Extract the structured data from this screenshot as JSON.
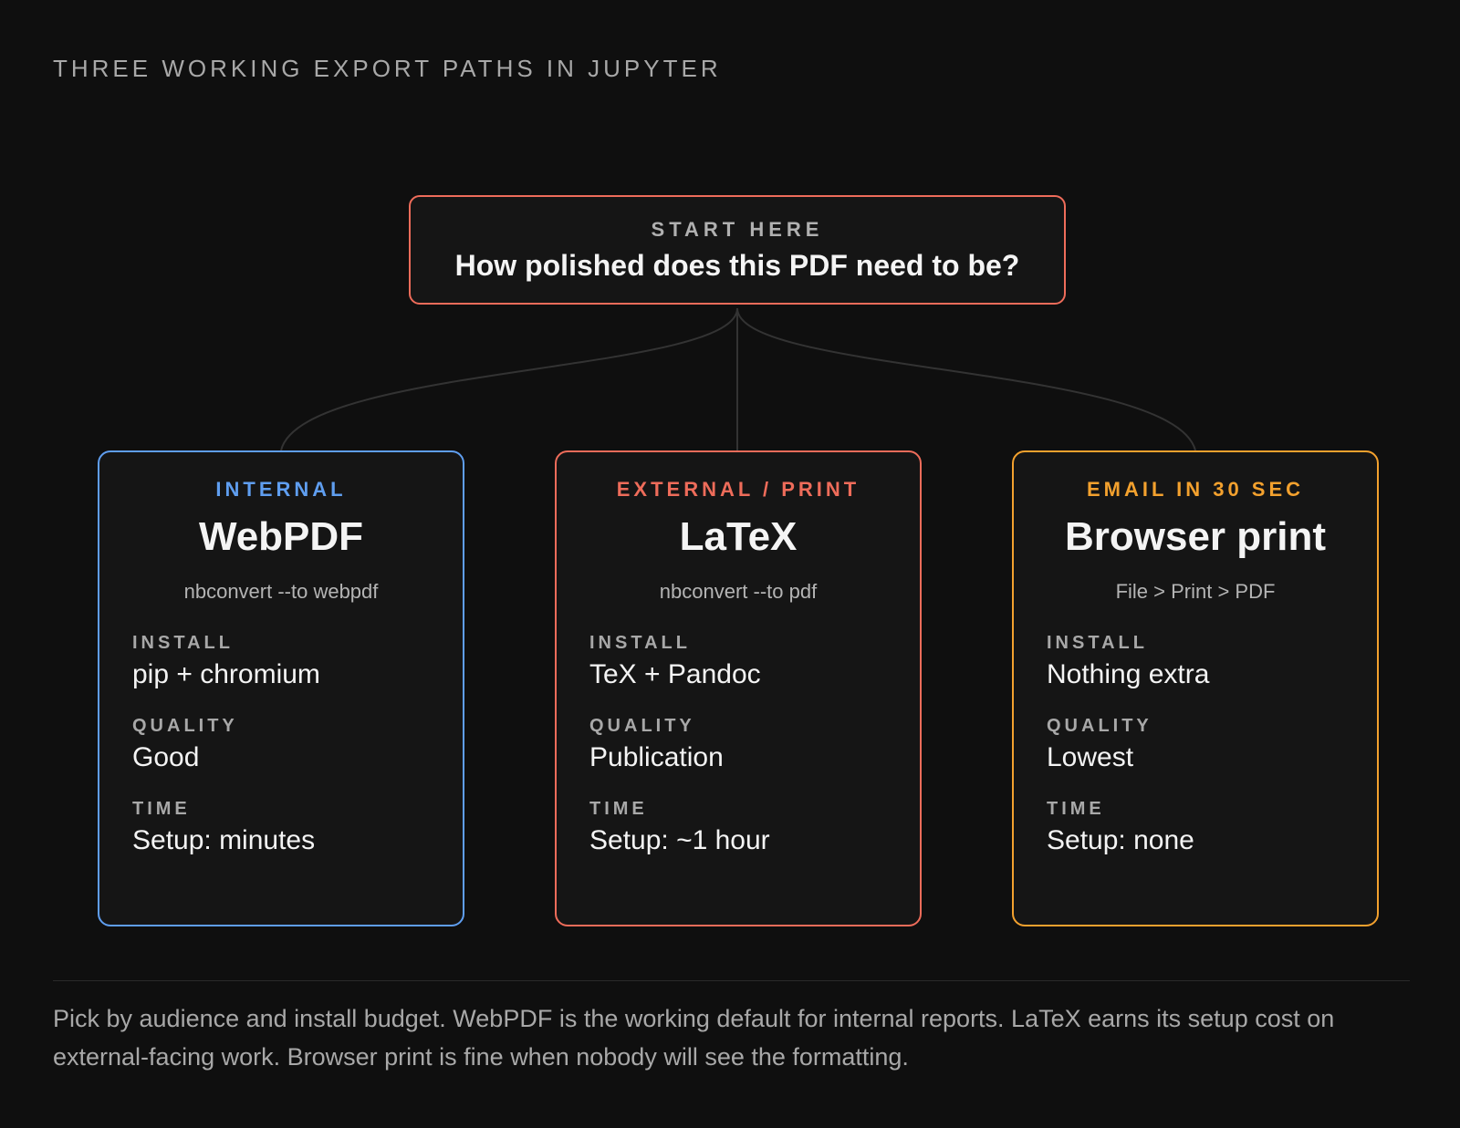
{
  "heading": "THREE WORKING EXPORT PATHS IN JUPYTER",
  "start": {
    "eyebrow": "START HERE",
    "question": "How polished does this PDF need to be?",
    "border_color": "#ee6c5a"
  },
  "cards": [
    {
      "eyebrow": "INTERNAL",
      "title": "WebPDF",
      "command": "nbconvert --to webpdf",
      "accent": "#5f9ef0",
      "fields": [
        {
          "label": "INSTALL",
          "value": "pip + chromium"
        },
        {
          "label": "QUALITY",
          "value": "Good"
        },
        {
          "label": "TIME",
          "value": "Setup: minutes"
        }
      ]
    },
    {
      "eyebrow": "EXTERNAL / PRINT",
      "title": "LaTeX",
      "command": "nbconvert --to pdf",
      "accent": "#ee6c5a",
      "fields": [
        {
          "label": "INSTALL",
          "value": "TeX + Pandoc"
        },
        {
          "label": "QUALITY",
          "value": "Publication"
        },
        {
          "label": "TIME",
          "value": "Setup: ~1 hour"
        }
      ]
    },
    {
      "eyebrow": "EMAIL IN 30 SEC",
      "title": "Browser print",
      "command": "File > Print > PDF",
      "accent": "#f3a12e",
      "fields": [
        {
          "label": "INSTALL",
          "value": "Nothing extra"
        },
        {
          "label": "QUALITY",
          "value": "Lowest"
        },
        {
          "label": "TIME",
          "value": "Setup: none"
        }
      ]
    }
  ],
  "footnote": "Pick by audience and install budget. WebPDF is the working default for internal reports. LaTeX earns its setup cost on external-facing work. Browser print is fine when nobody will see the formatting."
}
